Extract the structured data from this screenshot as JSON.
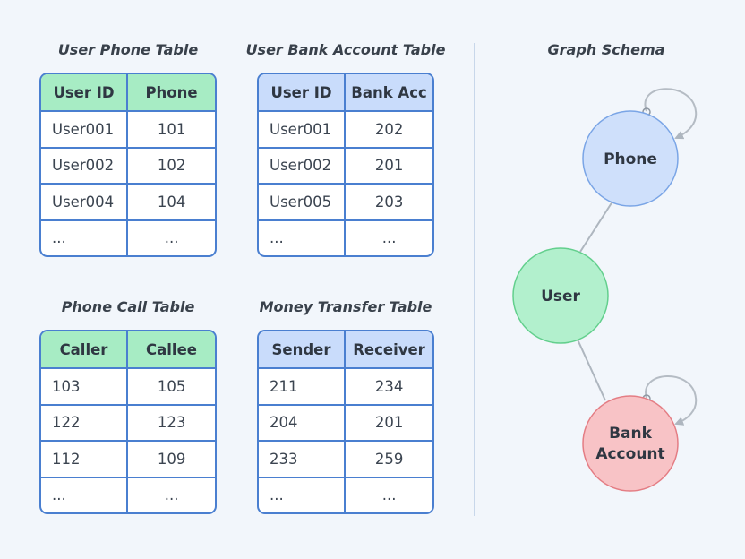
{
  "tables": {
    "user_phone": {
      "title": "User Phone Table",
      "headers": [
        "User ID",
        "Phone"
      ],
      "rows": [
        [
          "User001",
          "101"
        ],
        [
          "User002",
          "102"
        ],
        [
          "User004",
          "104"
        ],
        [
          "...",
          "..."
        ]
      ]
    },
    "user_bank": {
      "title": "User Bank Account Table",
      "headers": [
        "User ID",
        "Bank Acc"
      ],
      "rows": [
        [
          "User001",
          "202"
        ],
        [
          "User002",
          "201"
        ],
        [
          "User005",
          "203"
        ],
        [
          "...",
          "..."
        ]
      ]
    },
    "phone_call": {
      "title": "Phone Call Table",
      "headers": [
        "Caller",
        "Callee"
      ],
      "rows": [
        [
          "103",
          "105"
        ],
        [
          "122",
          "123"
        ],
        [
          "112",
          "109"
        ],
        [
          "...",
          "..."
        ]
      ]
    },
    "money_transfer": {
      "title": "Money Transfer Table",
      "headers": [
        "Sender",
        "Receiver"
      ],
      "rows": [
        [
          "211",
          "234"
        ],
        [
          "204",
          "201"
        ],
        [
          "233",
          "259"
        ],
        [
          "...",
          "..."
        ]
      ]
    }
  },
  "graph": {
    "title": "Graph Schema",
    "nodes": {
      "phone": {
        "label": "Phone",
        "fill": "#cfe0fb",
        "stroke": "#7aa5e6"
      },
      "user": {
        "label": "User",
        "fill": "#b2f0cd",
        "stroke": "#63cf8d"
      },
      "bank_line1": "Bank",
      "bank_line2": "Account",
      "bank": {
        "fill": "#f8c3c6",
        "stroke": "#e47d84"
      }
    }
  }
}
